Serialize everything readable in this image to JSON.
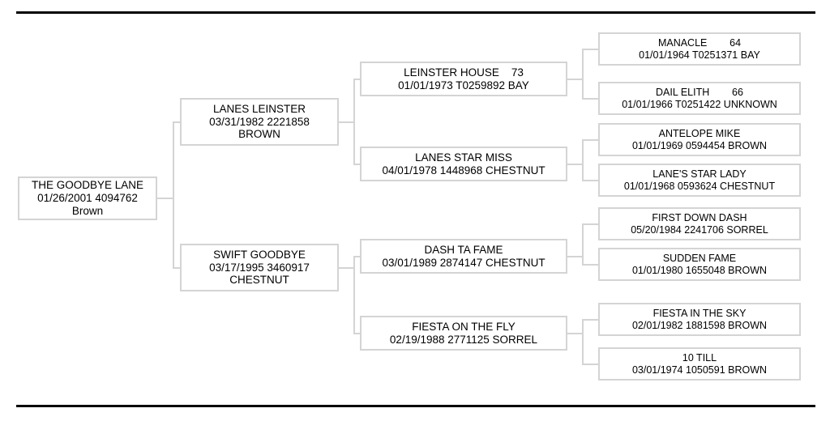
{
  "document": {
    "type": "pedigree-chart",
    "generations": 4,
    "colors": {
      "border": "#d4d4d4",
      "connector": "#d4d4d4",
      "text": "#000000",
      "rule": "#000000",
      "background": "#ffffff"
    }
  },
  "rules": {
    "top_label": "top-divider",
    "bottom_label": "bottom-divider"
  },
  "pedigree": {
    "subject": {
      "name": "THE GOODBYE LANE",
      "line2": "01/26/2001 4094762",
      "line3": "Brown"
    },
    "gen1": [
      {
        "name": "LANES LEINSTER",
        "line2": "03/31/1982 2221858",
        "line3": "BROWN"
      },
      {
        "name": "SWIFT GOODBYE",
        "line2": "03/17/1995 3460917",
        "line3": "CHESTNUT"
      }
    ],
    "gen2": [
      {
        "name": "LEINSTER HOUSE    73",
        "line2": "01/01/1973 T0259892 BAY"
      },
      {
        "name": "LANES STAR MISS",
        "line2": "04/01/1978 1448968 CHESTNUT"
      },
      {
        "name": "DASH TA FAME",
        "line2": "03/01/1989 2874147 CHESTNUT"
      },
      {
        "name": "FIESTA ON THE FLY",
        "line2": "02/19/1988 2771125 SORREL"
      }
    ],
    "gen3": [
      {
        "name": "MANACLE        64",
        "line2": "01/01/1964 T0251371 BAY"
      },
      {
        "name": "DAIL ELITH        66",
        "line2": "01/01/1966 T0251422 UNKNOWN"
      },
      {
        "name": "ANTELOPE MIKE",
        "line2": "01/01/1969 0594454 BROWN"
      },
      {
        "name": "LANE'S STAR LADY",
        "line2": "01/01/1968 0593624 CHESTNUT"
      },
      {
        "name": "FIRST DOWN DASH",
        "line2": "05/20/1984 2241706 SORREL"
      },
      {
        "name": "SUDDEN FAME",
        "line2": "01/01/1980 1655048 BROWN"
      },
      {
        "name": "FIESTA IN THE SKY",
        "line2": "02/01/1982 1881598 BROWN"
      },
      {
        "name": "10 TILL",
        "line2": "03/01/1974 1050591 BROWN"
      }
    ]
  }
}
